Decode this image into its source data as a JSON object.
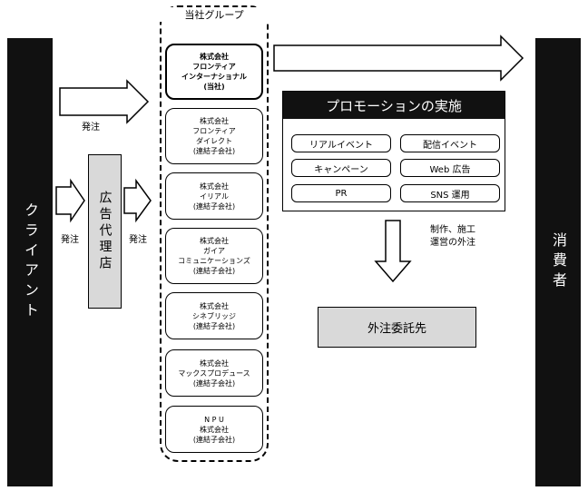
{
  "client": {
    "label": "クライアント"
  },
  "consumer": {
    "label": "消費者"
  },
  "agency": {
    "label": "広告代理店"
  },
  "order_labels": {
    "top": "発注",
    "left": "発注",
    "middle": "発注"
  },
  "group": {
    "title": "当社グループ",
    "companies": [
      {
        "lines": [
          "株式会社",
          "フロンティア",
          "インターナショナル",
          "(当社)"
        ],
        "bold": true
      },
      {
        "lines": [
          "株式会社",
          "フロンティア",
          "ダイレクト",
          "(連結子会社)"
        ],
        "bold": false
      },
      {
        "lines": [
          "株式会社",
          "イリアル",
          "(連結子会社)"
        ],
        "bold": false
      },
      {
        "lines": [
          "株式会社",
          "ガイア",
          "コミュニケーションズ",
          "(連結子会社)"
        ],
        "bold": false
      },
      {
        "lines": [
          "株式会社",
          "シネブリッジ",
          "(連結子会社)"
        ],
        "bold": false
      },
      {
        "lines": [
          "株式会社",
          "マックスプロデュース",
          "(連結子会社)"
        ],
        "bold": false
      },
      {
        "lines": [
          "N P U",
          "株式会社",
          "(連結子会社)"
        ],
        "bold": false
      }
    ]
  },
  "promotion": {
    "title": "プロモーションの実施",
    "items": [
      "リアルイベント",
      "配信イベント",
      "キャンペーン",
      "Web 広告",
      "PR",
      "SNS 運用"
    ]
  },
  "outsource_note": {
    "line1": "制作、施工",
    "line2": "運営の外注"
  },
  "outsource": {
    "label": "外注委託先"
  }
}
